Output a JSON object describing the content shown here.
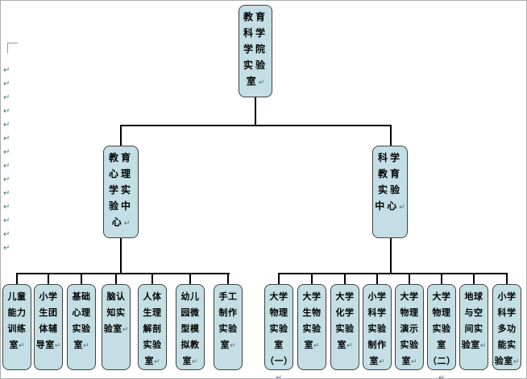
{
  "document": {
    "paragraph_mark": "↵",
    "left_margin_marks_count": 14
  },
  "colors": {
    "box_fill": "#c3dfe5",
    "box_border": "#404040",
    "connector": "#000000",
    "formatting_mark": "#3f6f7f",
    "page_border": "#adadad"
  },
  "org_chart": {
    "root": {
      "label": "教育\n科学\n学院\n实验\n室"
    },
    "centers": [
      {
        "label": "教育\n心理\n学实\n验中\n心",
        "children": [
          {
            "label": "儿童\n能力\n训练\n室"
          },
          {
            "label": "小学\n生团\n体辅\n导室"
          },
          {
            "label": "基础\n心理\n实验\n室"
          },
          {
            "label": "脑认\n知实\n验室"
          },
          {
            "label": "人体\n生理\n解剖\n实验\n室"
          },
          {
            "label": "幼儿\n园微\n型模\n拟教\n室"
          },
          {
            "label": "手工\n制作\n实验\n室"
          }
        ]
      },
      {
        "label": "科学\n教育\n实验\n中心",
        "children": [
          {
            "label": "大学\n物理\n实验\n室\n（一）"
          },
          {
            "label": "大学\n生物\n实验\n室"
          },
          {
            "label": "大学\n化学\n实验\n室"
          },
          {
            "label": "小学\n科学\n实验\n制作\n室"
          },
          {
            "label": "大学\n物理\n演示\n实验\n室"
          },
          {
            "label": "大学\n物理\n实验\n室\n（二）"
          },
          {
            "label": "地球\n与空\n间实\n验室"
          },
          {
            "label": "小学\n科学\n多功\n能实\n验室"
          }
        ]
      }
    ]
  }
}
